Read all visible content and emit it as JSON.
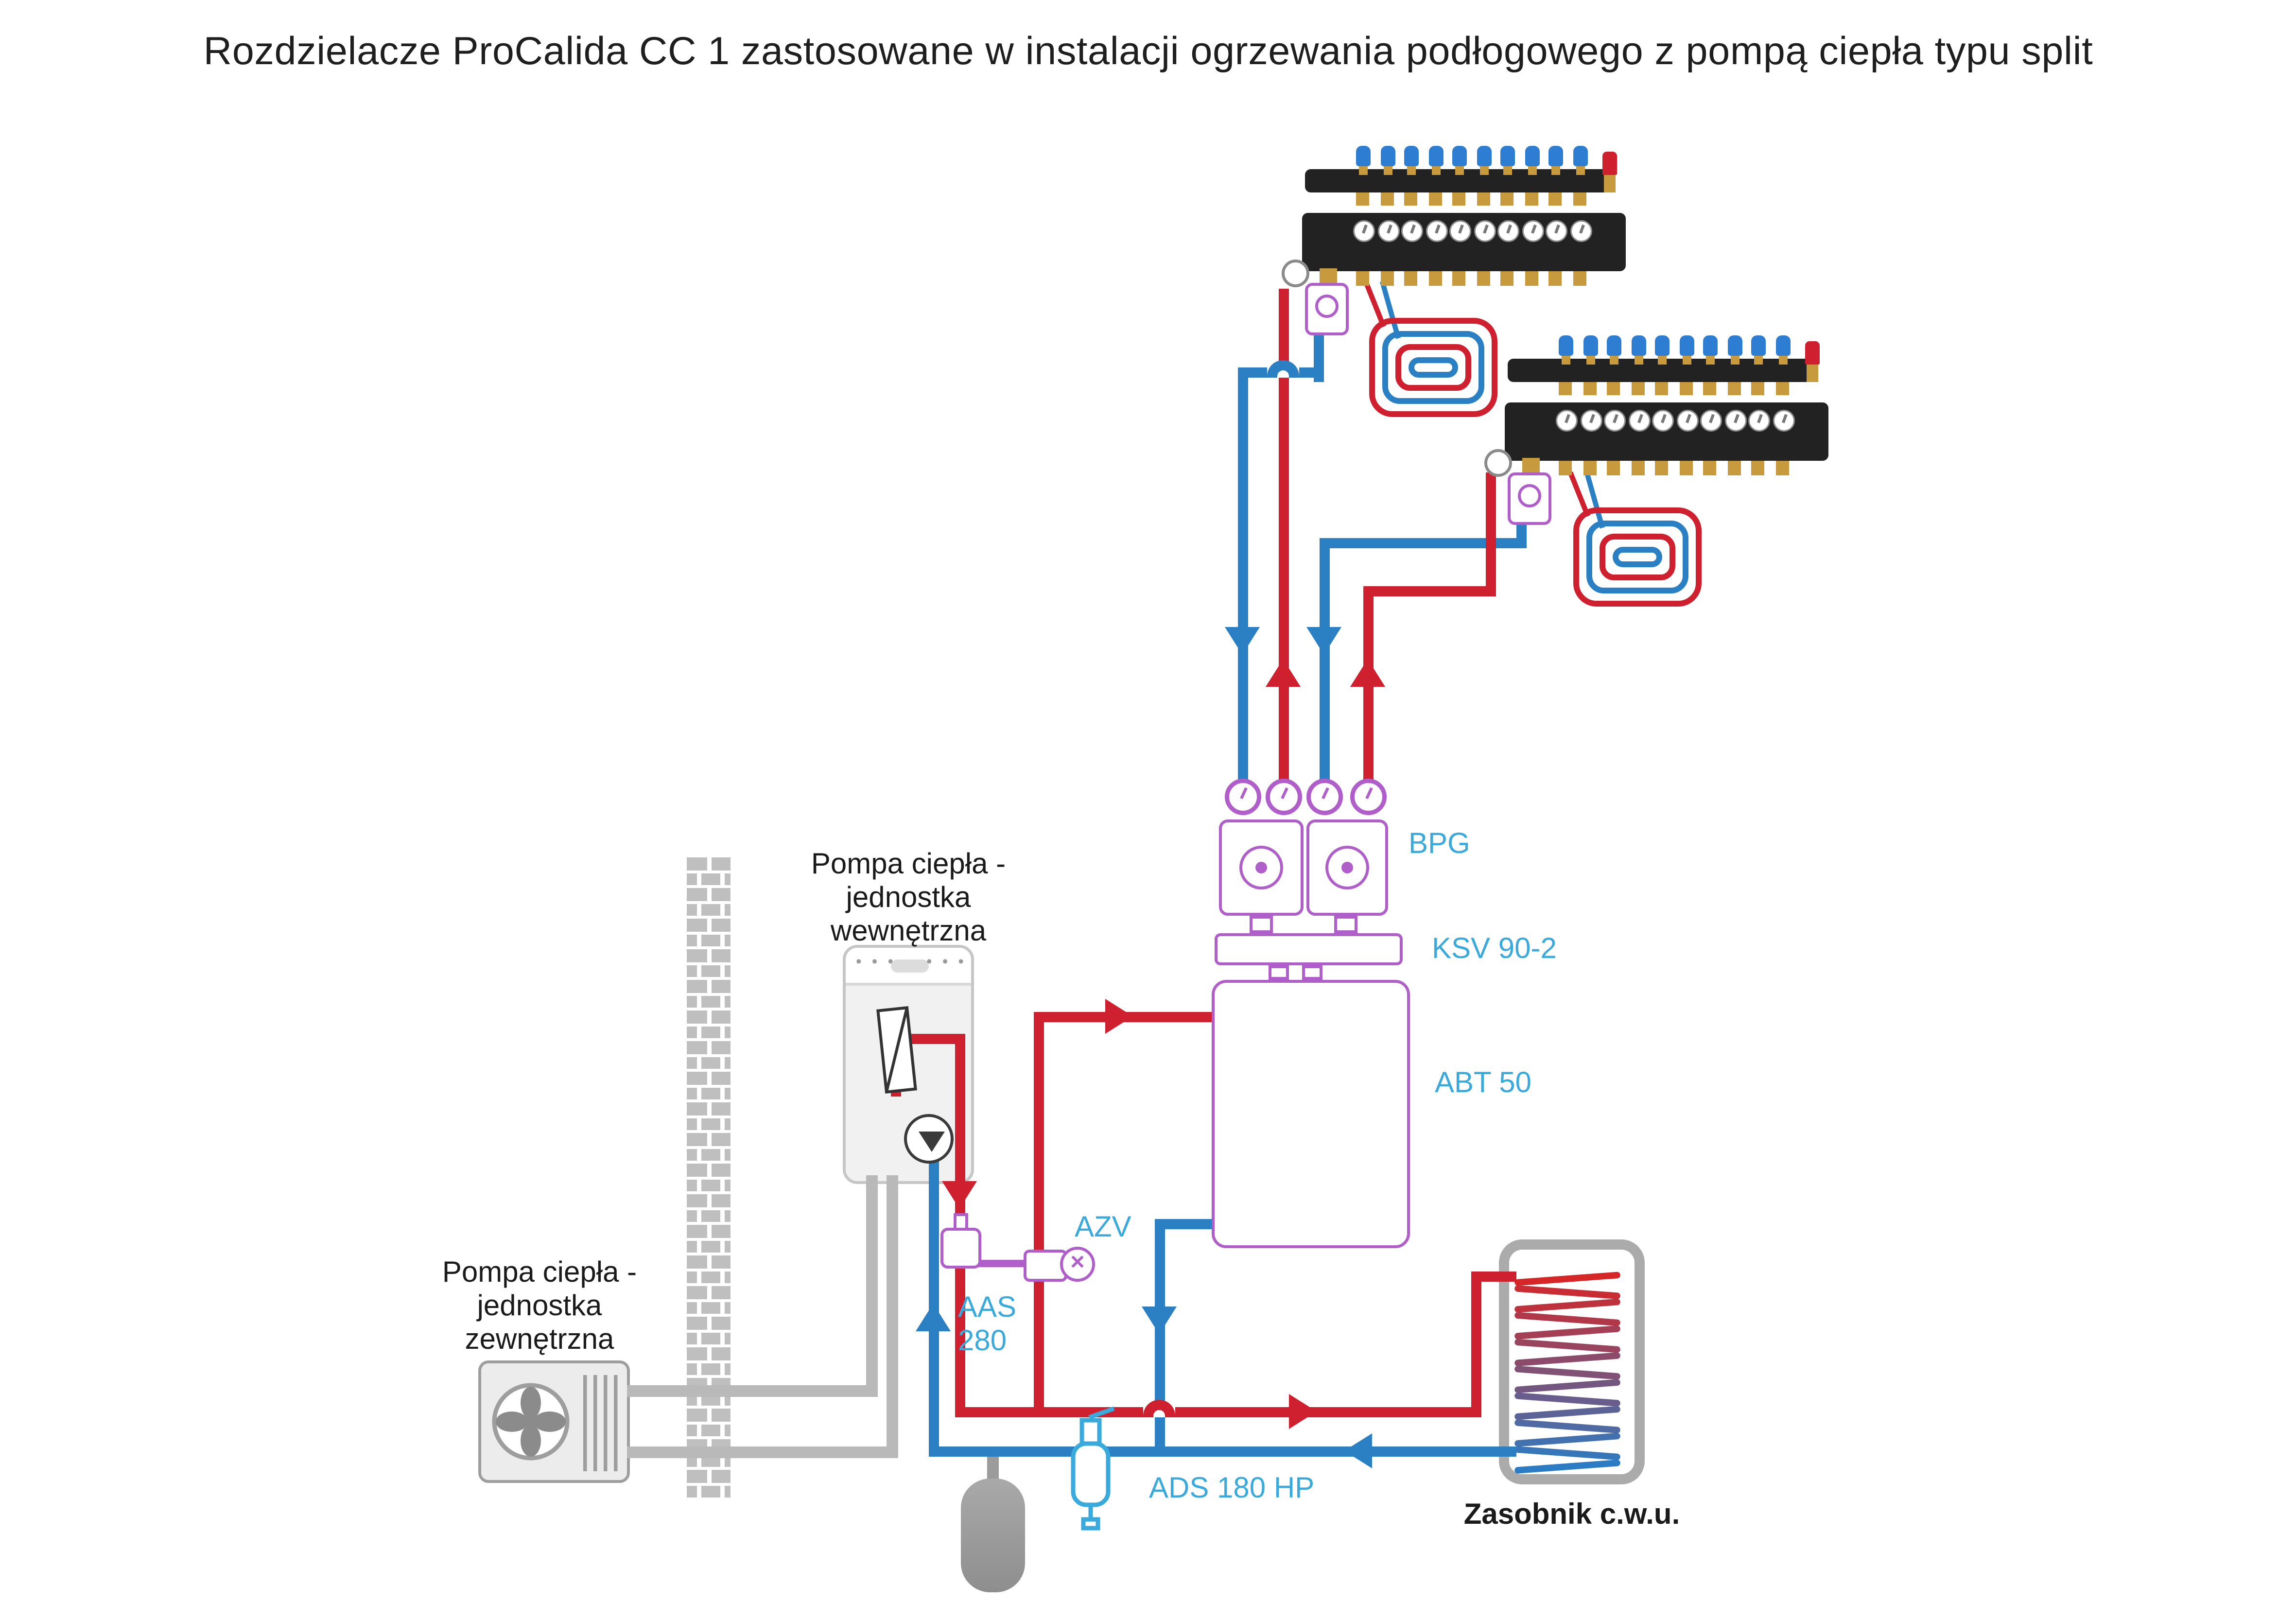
{
  "title": "Rozdzielacze ProCalida CC 1 zastosowane w instalacji ogrzewania podłogowego z pompą ciepła typu split",
  "components": {
    "manifold": {
      "circuits": 10,
      "count": 2
    },
    "pump_group": {
      "label": "BPG"
    },
    "mixing_set": {
      "label": "KSV 90-2"
    },
    "buffer_tank": {
      "label": "ABT 50"
    },
    "valve_azv": {
      "label": "AZV"
    },
    "valve_aas": {
      "label_line1": "AAS",
      "label_line2": "280"
    },
    "separator_ads": {
      "label": "ADS 180 HP"
    },
    "dhw_tank": {
      "label": "Zasobnik c.w.u."
    },
    "indoor_unit": {
      "label_lines": [
        "Pompa ciepła -",
        "jednostka",
        "wewnętrzna"
      ]
    },
    "outdoor_unit": {
      "label_lines": [
        "Pompa ciepła -",
        "jednostka",
        "zewnętrzna"
      ]
    }
  },
  "colors": {
    "pipe_hot": "#cf2030",
    "pipe_cold": "#2b80c4",
    "pipe_refrigerant_gray": "#b9b9b9",
    "component_purple": "#b05ec9",
    "label_cyan": "#3aaadc",
    "manifold_black": "#222222",
    "brass_gold": "#c79a3d",
    "flowmeter_blue": "#2d7dd2"
  }
}
